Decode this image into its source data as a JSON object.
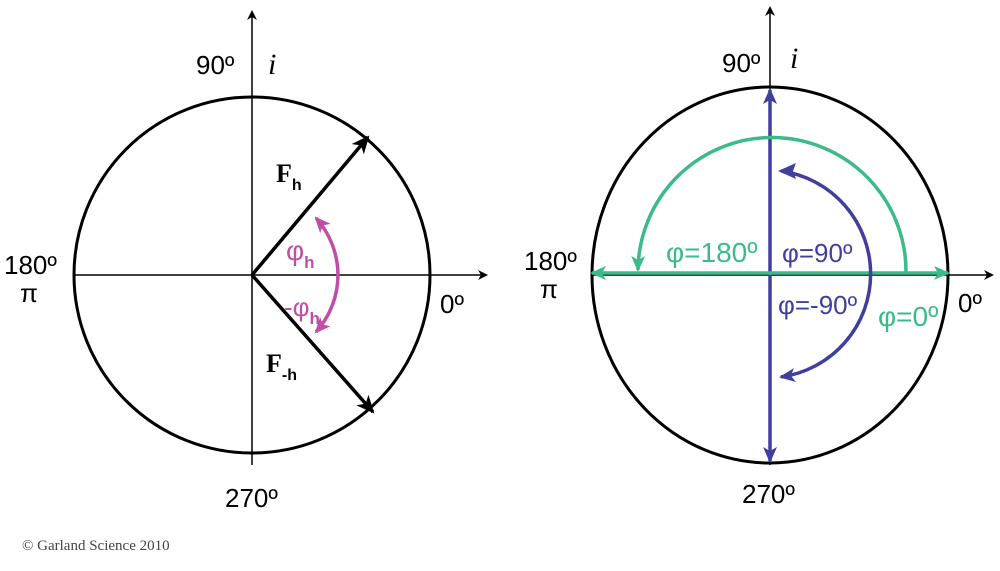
{
  "colors": {
    "ink": "#000000",
    "magenta": "#c04ea6",
    "green": "#3dba8a",
    "blue": "#403f9e",
    "credit": "#444444"
  },
  "left": {
    "label_90": "90º",
    "label_i": "i",
    "label_180": "180º",
    "label_pi": "π",
    "label_0": "0º",
    "label_270": "270º",
    "fh_main": "F",
    "fh_sub": "h",
    "fmh_main": "F",
    "fmh_sub": "-h",
    "phi_main": "φ",
    "phi_sub": "h",
    "mphi_main": "-φ",
    "mphi_sub": "h"
  },
  "right": {
    "label_90": "90º",
    "label_i": "i",
    "label_180": "180º",
    "label_pi": "π",
    "label_0": "0º",
    "label_270": "270º",
    "phi180": "φ=180º",
    "phi90": "φ=90º",
    "phim90": "φ=-90º",
    "phi0": "φ=0º"
  },
  "credit": "© Garland Science 2010"
}
